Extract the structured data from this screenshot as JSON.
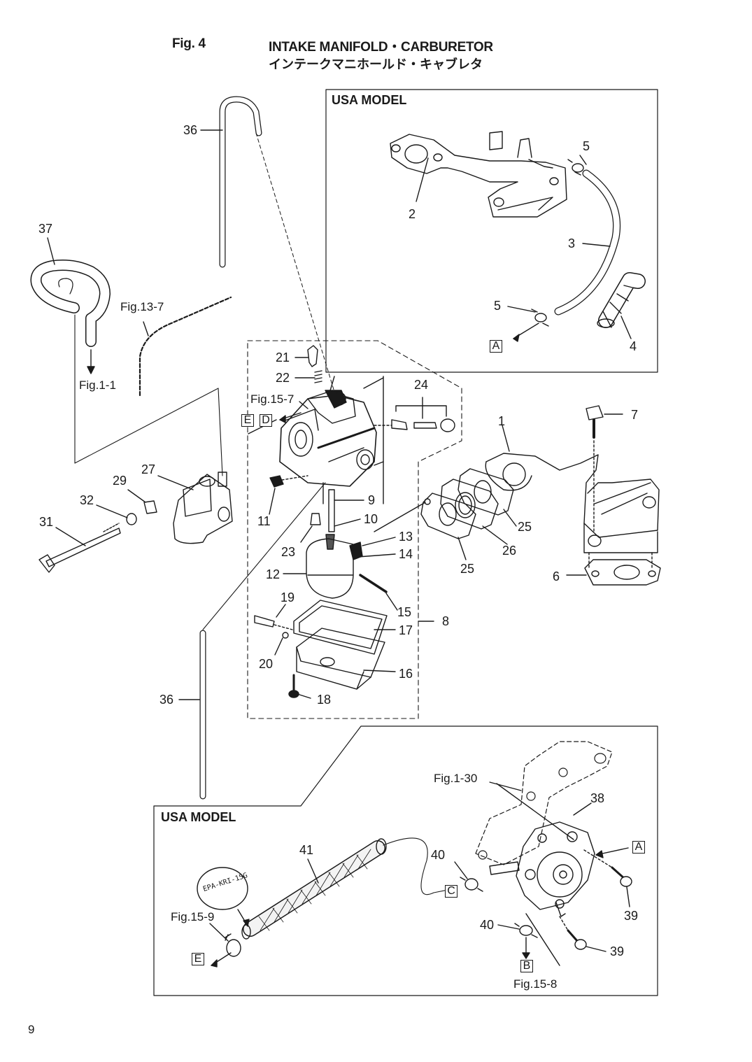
{
  "header": {
    "fig_label": "Fig. 4",
    "title_en": "INTAKE MANIFOLD・CARBURETOR",
    "title_jp": "インテークマニホールド・キャブレタ"
  },
  "insets": {
    "top_usa_label": "USA MODEL",
    "bottom_usa_label": "USA MODEL"
  },
  "stamp_text": "EPA-KRI-15G",
  "refs": {
    "fig13_7": "Fig.13-7",
    "fig1_1": "Fig.1-1",
    "fig15_7": "Fig.15-7",
    "fig1_30": "Fig.1-30",
    "fig15_9": "Fig.15-9",
    "fig15_8": "Fig.15-8"
  },
  "boxes": {
    "A_top": "A",
    "E_main": "E",
    "D_main": "D",
    "A_bottom": "A",
    "C_bottom": "C",
    "B_bottom": "B",
    "E_bottom": "E"
  },
  "parts": {
    "p1": "1",
    "p2": "2",
    "p3": "3",
    "p4": "4",
    "p5a": "5",
    "p5b": "5",
    "p6": "6",
    "p7": "7",
    "p8": "8",
    "p9": "9",
    "p10": "10",
    "p11": "11",
    "p12": "12",
    "p13": "13",
    "p14": "14",
    "p15": "15",
    "p16": "16",
    "p17": "17",
    "p18": "18",
    "p19": "19",
    "p20": "20",
    "p21": "21",
    "p22": "22",
    "p23": "23",
    "p24": "24",
    "p25a": "25",
    "p25b": "25",
    "p26": "26",
    "p27": "27",
    "p29": "29",
    "p31": "31",
    "p32": "32",
    "p36a": "36",
    "p36b": "36",
    "p37": "37",
    "p38": "38",
    "p39a": "39",
    "p39b": "39",
    "p40a": "40",
    "p40b": "40",
    "p41": "41"
  },
  "page_number": "9"
}
